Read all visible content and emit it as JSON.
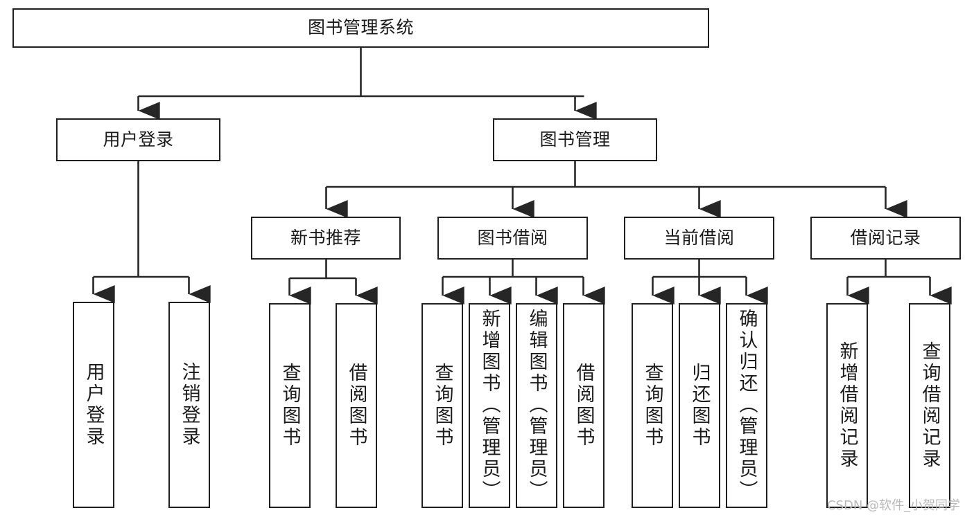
{
  "diagram": {
    "title": "图书管理系统",
    "type": "hierarchy-tree",
    "orientation": "top-down",
    "colors": {
      "box_border": "#1f1f1f",
      "box_fill": "#ffffff",
      "connector": "#262626",
      "text": "#1b1b1b",
      "watermark": "#b9b9b9",
      "background": "#ffffff"
    },
    "watermark": "CSDN @软件_小贺同学",
    "levels": [
      {
        "level": 1,
        "nodes": [
          {
            "id": "root",
            "label": "图书管理系统"
          }
        ]
      },
      {
        "level": 2,
        "nodes": [
          {
            "id": "login",
            "label": "用户登录",
            "parent": "root"
          },
          {
            "id": "bookmgmt",
            "label": "图书管理",
            "parent": "root"
          }
        ]
      },
      {
        "level": 3,
        "nodes": [
          {
            "id": "newbook",
            "label": "新书推荐",
            "parent": "bookmgmt"
          },
          {
            "id": "borrow",
            "label": "图书借阅",
            "parent": "bookmgmt"
          },
          {
            "id": "current",
            "label": "当前借阅",
            "parent": "bookmgmt"
          },
          {
            "id": "records",
            "label": "借阅记录",
            "parent": "bookmgmt"
          }
        ]
      },
      {
        "level": 4,
        "nodes": [
          {
            "id": "leaf1",
            "label": "用户登录",
            "parent": "login"
          },
          {
            "id": "leaf2",
            "label": "注销登录",
            "parent": "login"
          },
          {
            "id": "leaf3",
            "label": "查询图书",
            "parent": "newbook"
          },
          {
            "id": "leaf4",
            "label": "借阅图书",
            "parent": "newbook"
          },
          {
            "id": "leaf5",
            "label": "查询图书",
            "parent": "borrow"
          },
          {
            "id": "leaf6",
            "label": "新增图书（管理员）",
            "parent": "borrow"
          },
          {
            "id": "leaf7",
            "label": "编辑图书（管理员）",
            "parent": "borrow"
          },
          {
            "id": "leaf8",
            "label": "借阅图书",
            "parent": "borrow"
          },
          {
            "id": "leaf9",
            "label": "查询图书",
            "parent": "current"
          },
          {
            "id": "leaf10",
            "label": "归还图书",
            "parent": "current"
          },
          {
            "id": "leaf11",
            "label": "确认归还（管理员）",
            "parent": "current"
          },
          {
            "id": "leaf12",
            "label": "新增借阅记录",
            "parent": "records"
          },
          {
            "id": "leaf13",
            "label": "查询借阅记录",
            "parent": "records"
          }
        ]
      }
    ]
  }
}
